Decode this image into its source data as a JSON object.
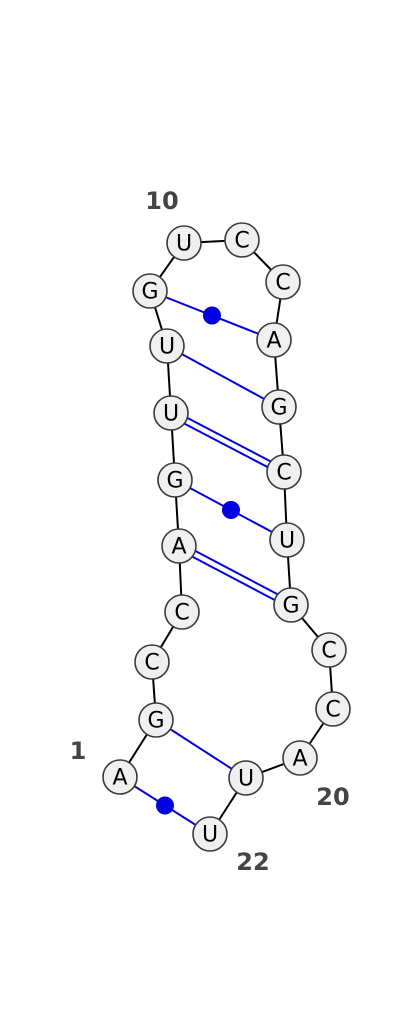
{
  "colors": {
    "pair": "#0000e0",
    "backbone": "#000000",
    "nucleotide_fill": "#f0f0f0",
    "nucleotide_stroke": "#3a3a3a",
    "label": "#444444"
  },
  "sequence": [
    "A",
    "G",
    "C",
    "C",
    "A",
    "G",
    "U",
    "U",
    "G",
    "U",
    "C",
    "C",
    "A",
    "G",
    "C",
    "U",
    "G",
    "C",
    "C",
    "A",
    "U",
    "U"
  ],
  "labels": {
    "pos1": "1",
    "pos10": "10",
    "pos20": "20",
    "pos22": "22"
  },
  "pairs": [
    {
      "i": 1,
      "j": 22,
      "type": "GU"
    },
    {
      "i": 2,
      "j": 21,
      "type": "single"
    },
    {
      "i": 5,
      "j": 17,
      "type": "double"
    },
    {
      "i": 6,
      "j": 16,
      "type": "GU"
    },
    {
      "i": 7,
      "j": 15,
      "type": "double"
    },
    {
      "i": 8,
      "j": 14,
      "type": "single"
    },
    {
      "i": 9,
      "j": 13,
      "type": "GU"
    }
  ]
}
